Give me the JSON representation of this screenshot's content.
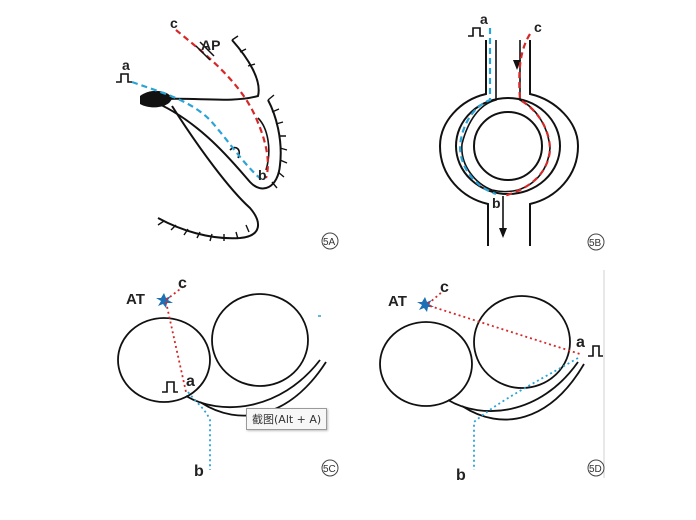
{
  "panels": {
    "p5A": {
      "tag": "5A",
      "label_c": "c",
      "label_a": "a",
      "label_b": "b",
      "label_ap": "AP"
    },
    "p5B": {
      "tag": "5B",
      "label_a": "a",
      "label_c": "c",
      "label_b": "b"
    },
    "p5C": {
      "tag": "5C",
      "label_at": "AT",
      "label_c": "c",
      "label_a": "a",
      "label_b": "b"
    },
    "p5D": {
      "tag": "5D",
      "label_at": "AT",
      "label_c": "c",
      "label_a": "a",
      "label_b": "b"
    }
  },
  "tooltip": {
    "text": "截图(Alt + A)"
  },
  "colors": {
    "blue_path": "#2aa3d6",
    "red_path": "#d62828",
    "outline": "#111111",
    "star": "#1f6fb5"
  }
}
